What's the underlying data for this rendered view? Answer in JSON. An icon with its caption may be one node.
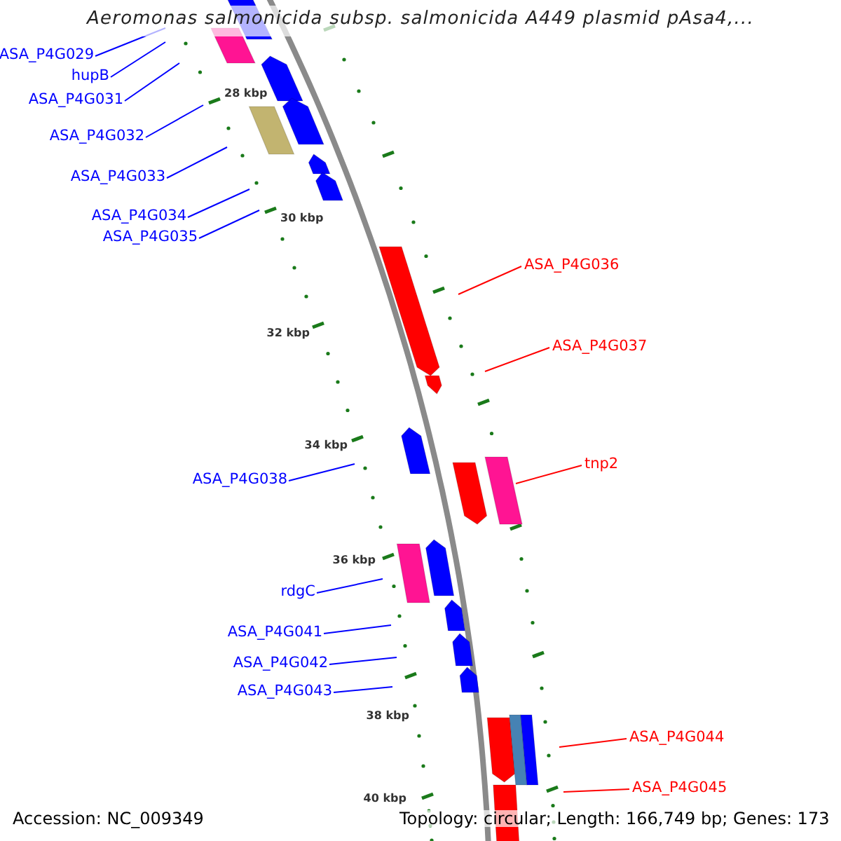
{
  "diagram": {
    "title": "Aeromonas salmonicida subsp. salmonicida A449 plasmid pAsa4,...",
    "nodes": [
      {
        "text": [
          "ASA_P4G029"
        ]
      },
      {
        "text": [
          "hupB"
        ]
      },
      {
        "text": [
          "ASA_P4G031"
        ]
      },
      {
        "text": [
          "ASA_P4G032"
        ]
      },
      {
        "text": [
          "ASA_P4G033"
        ]
      },
      {
        "text": [
          "ASA_P4G034"
        ]
      },
      {
        "text": [
          "ASA_P4G035"
        ]
      },
      {
        "text": [
          "ASA_P4G036"
        ]
      },
      {
        "text": [
          "ASA_P4G037"
        ]
      },
      {
        "text": [
          "tnp2"
        ]
      },
      {
        "text": [
          "ASA_P4G038"
        ]
      },
      {
        "text": [
          "rdgC"
        ]
      },
      {
        "text": [
          "ASA_P4G041"
        ]
      },
      {
        "text": [
          "ASA_P4G042"
        ]
      },
      {
        "text": [
          "ASA_P4G043"
        ]
      },
      {
        "text": [
          "ASA_P4G044"
        ]
      },
      {
        "text": [
          "ASA_P4G045"
        ]
      }
    ],
    "edges": [
      {
        "from": 0,
        "to": null,
        "arrow": "none"
      },
      {
        "from": 1,
        "to": null,
        "arrow": "none"
      },
      {
        "from": 2,
        "to": null,
        "arrow": "none"
      },
      {
        "from": 3,
        "to": null,
        "arrow": "none"
      },
      {
        "from": 4,
        "to": null,
        "arrow": "none"
      },
      {
        "from": 5,
        "to": null,
        "arrow": "none"
      },
      {
        "from": 6,
        "to": null,
        "arrow": "none"
      },
      {
        "from": 7,
        "to": null,
        "arrow": "none",
        "color": "#ff0000"
      },
      {
        "from": 8,
        "to": null,
        "arrow": "none",
        "color": "#ff0000"
      },
      {
        "from": 9,
        "to": null,
        "arrow": "none",
        "color": "#ff0000"
      },
      {
        "from": 10,
        "to": null,
        "arrow": "none"
      },
      {
        "from": 11,
        "to": null,
        "arrow": "none"
      },
      {
        "from": 12,
        "to": null,
        "arrow": "none"
      },
      {
        "from": 13,
        "to": null,
        "arrow": "none"
      },
      {
        "from": 14,
        "to": null,
        "arrow": "none"
      },
      {
        "from": 15,
        "to": null,
        "arrow": "none",
        "color": "#ff0000"
      },
      {
        "from": 16,
        "to": null,
        "arrow": "none",
        "color": "#ff0000"
      }
    ],
    "labels": [
      "28 kbp",
      "30 kbp",
      "32 kbp",
      "34 kbp",
      "36 kbp",
      "38 kbp",
      "40 kbp",
      "Accession: NC_009349",
      "Topology: circular; Length: 166,749 bp; Genes: 173"
    ]
  }
}
